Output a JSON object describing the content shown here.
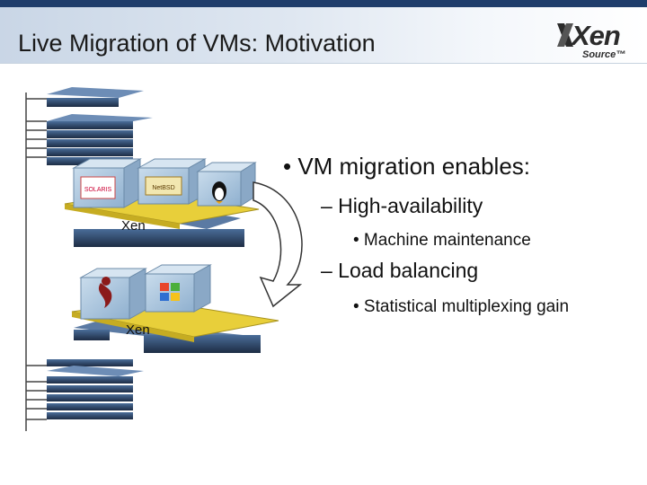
{
  "slide": {
    "title": "Live Migration of VMs: Motivation"
  },
  "logo": {
    "main": "Xen",
    "sub": "Source™"
  },
  "illustration": {
    "xen_label_top": "Xen",
    "xen_label_bottom": "Xen",
    "os_labels": {
      "solaris": "SOLARIS",
      "netbsd": "NetBSD"
    },
    "colors": {
      "platform": "#e8cf3a",
      "cube": "#a9c4dc",
      "arrow": "#ffffff",
      "server": "#23344d"
    }
  },
  "bullets": {
    "main": "• VM migration enables:",
    "items": [
      {
        "label": "– High-availability",
        "sub": "• Machine maintenance"
      },
      {
        "label": "– Load balancing",
        "sub": "• Statistical multiplexing gain"
      }
    ]
  }
}
